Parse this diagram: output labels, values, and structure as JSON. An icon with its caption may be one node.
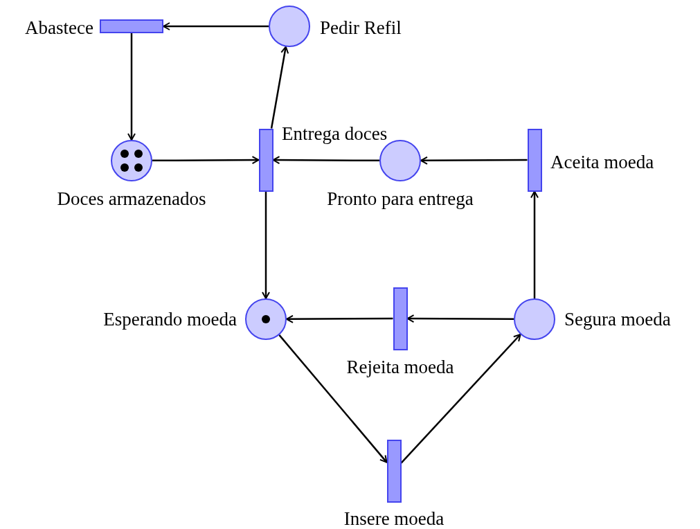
{
  "diagram": {
    "nodes": [
      {
        "text": [],
        "shape": "bar",
        "beside": [
          "Abastece"
        ]
      },
      {
        "text": [],
        "shape": "circle",
        "beside": [
          "Pedir Refil"
        ]
      },
      {
        "text": [],
        "shape": "circle",
        "beside": [
          "Doces armazenados"
        ]
      },
      {
        "text": [],
        "shape": "bar",
        "beside": [
          "Entrega doces"
        ]
      },
      {
        "text": [],
        "shape": "circle",
        "beside": [
          "Pronto para entrega"
        ]
      },
      {
        "text": [],
        "shape": "bar",
        "beside": [
          "Aceita moeda"
        ]
      },
      {
        "text": [],
        "shape": "circle",
        "beside": [
          "Esperando moeda"
        ]
      },
      {
        "text": [],
        "shape": "bar",
        "beside": [
          "Rejeita moeda"
        ]
      },
      {
        "text": [],
        "shape": "circle",
        "beside": [
          "Segura moeda"
        ]
      },
      {
        "text": [],
        "shape": "bar",
        "beside": [
          "Insere moeda"
        ]
      }
    ],
    "edges": [
      {
        "from": 1,
        "to": 0,
        "arrow": "to"
      },
      {
        "from": 0,
        "to": 2,
        "arrow": "to"
      },
      {
        "from": 2,
        "to": 3,
        "arrow": "to"
      },
      {
        "from": 3,
        "to": 1,
        "arrow": "to"
      },
      {
        "from": 4,
        "to": 3,
        "arrow": "to"
      },
      {
        "from": 5,
        "to": 4,
        "arrow": "to"
      },
      {
        "from": 3,
        "to": 6,
        "arrow": "to"
      },
      {
        "from": 7,
        "to": 6,
        "arrow": "to"
      },
      {
        "from": 8,
        "to": 7,
        "arrow": "to"
      },
      {
        "from": 8,
        "to": 5,
        "arrow": "to"
      },
      {
        "from": 6,
        "to": 9,
        "arrow": "to"
      },
      {
        "from": 9,
        "to": 8,
        "arrow": "to"
      }
    ]
  }
}
